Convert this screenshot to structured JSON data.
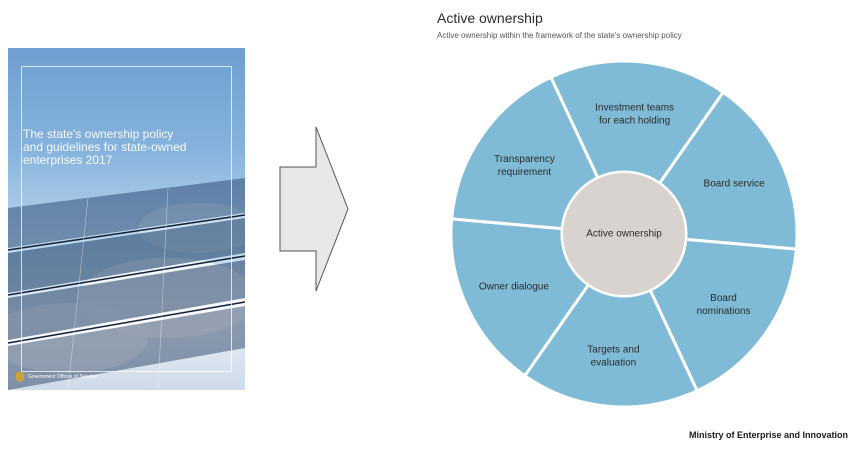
{
  "cover": {
    "title_lines": [
      "The state's ownership policy",
      "and guidelines for state-owned",
      "enterprises 2017"
    ],
    "publisher": "Government Offices of Sweden"
  },
  "diagram": {
    "title": "Active ownership",
    "subtitle": "Active ownership within the framework of the state's ownership policy",
    "center_label": "Active ownership",
    "segments": [
      {
        "lines": [
          "Investment teams",
          "for each holding"
        ]
      },
      {
        "lines": [
          "Board service"
        ]
      },
      {
        "lines": [
          "Board",
          "nominations"
        ]
      },
      {
        "lines": [
          "Targets and",
          "evaluation"
        ]
      },
      {
        "lines": [
          "Owner dialogue"
        ]
      },
      {
        "lines": [
          "Transparency",
          "requirement"
        ]
      }
    ],
    "colors": {
      "segment": "#7fbbd7",
      "center": "#d8d3cf",
      "text": "#2a2a2a",
      "divider": "#ffffff"
    }
  },
  "arrow": {
    "fill": "#e8e8e8",
    "stroke": "#555555"
  },
  "credit": "Ministry of Enterprise and Innovation"
}
